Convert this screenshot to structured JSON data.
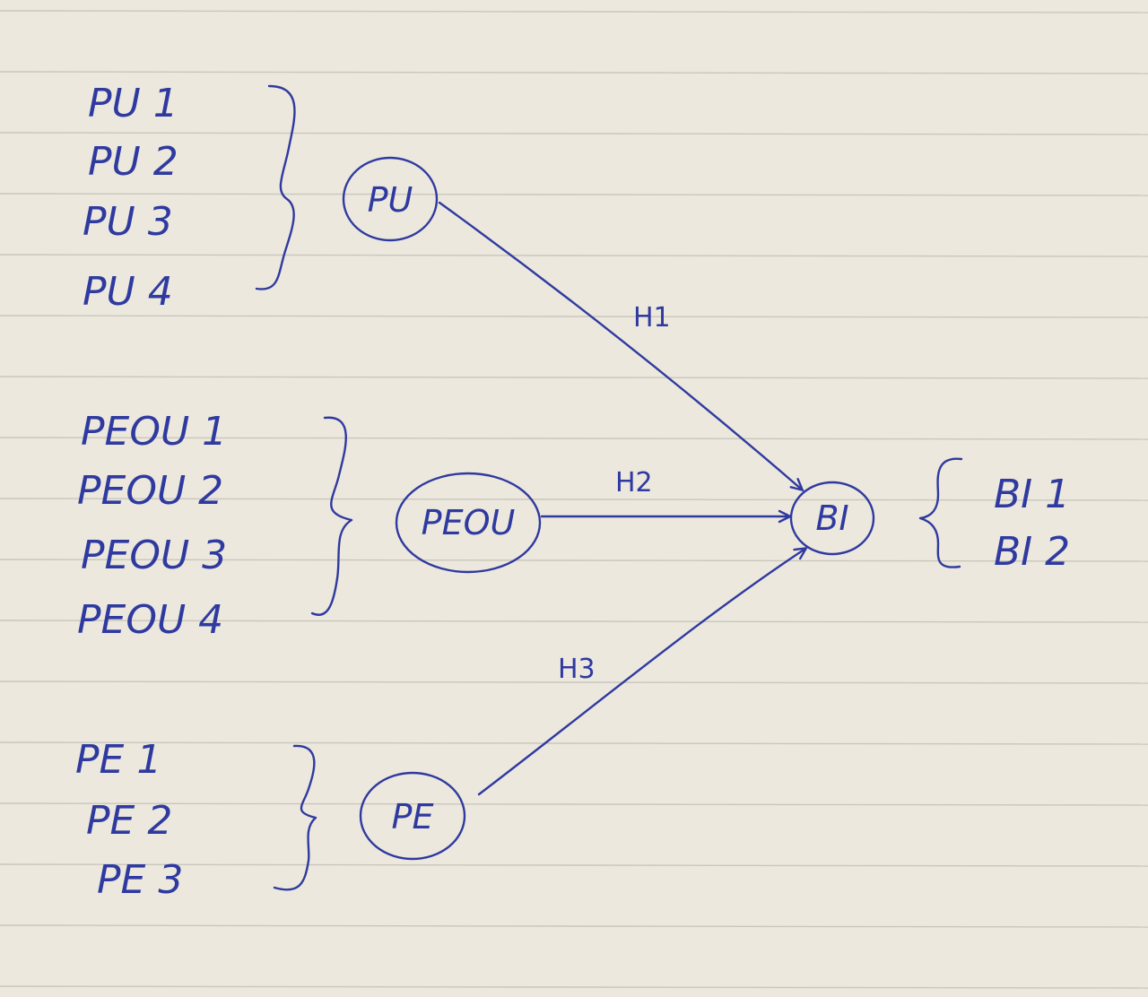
{
  "diagram": {
    "groups": [
      {
        "id": "pu",
        "items": [
          "PU 1",
          "PU 2",
          "PU 3",
          "PU 4"
        ],
        "node": "PU"
      },
      {
        "id": "peou",
        "items": [
          "PEOU 1",
          "PEOU 2",
          "PEOU 3",
          "PEOU 4"
        ],
        "node": "PEOU"
      },
      {
        "id": "pe",
        "items": [
          "PE 1",
          "PE 2",
          "PE 3"
        ],
        "node": "PE"
      }
    ],
    "target": {
      "node": "BI",
      "items": [
        "BI 1",
        "BI 2"
      ]
    },
    "edges": [
      {
        "from": "PU",
        "to": "BI",
        "label": "H1"
      },
      {
        "from": "PEOU",
        "to": "BI",
        "label": "H2"
      },
      {
        "from": "PE",
        "to": "BI",
        "label": "H3"
      }
    ],
    "ink_color": "#2f3aa0",
    "paper_color": "#ece8dd"
  }
}
